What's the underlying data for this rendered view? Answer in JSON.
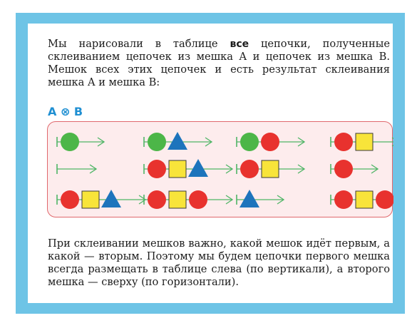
{
  "paragraph_top": {
    "before_bold": "Мы нарисовали в таблице ",
    "bold": "все",
    "after_bold": " цепочки, полученные склеиванием цепочек из мешка A и цепочек из мешка B. Мешок всех этих цепочек и есть результат склеивания мешка A и мешка B:"
  },
  "heading": "A ⊗ B",
  "colors": {
    "frame": "#6ec4e6",
    "heading": "#1f8fd2",
    "panel_border": "#e0686d",
    "panel_fill": "#fdeced",
    "arrow": "#4fb566",
    "green_circle": "#4cb648",
    "red_circle": "#e8322e",
    "yellow_square": "#f8e43a",
    "blue_triangle": "#1d74bc"
  },
  "chains": [
    [
      "green-circle"
    ],
    [
      "green-circle",
      "blue-triangle"
    ],
    [
      "green-circle",
      "red-circle"
    ],
    [
      "red-circle",
      "yellow-square"
    ],
    [],
    [
      "red-circle",
      "yellow-square",
      "blue-triangle"
    ],
    [
      "red-circle",
      "yellow-square"
    ],
    [
      "red-circle"
    ],
    [
      "red-circle",
      "yellow-square",
      "blue-triangle"
    ],
    [
      "red-circle",
      "yellow-square",
      "red-circle"
    ],
    [
      "blue-triangle"
    ],
    [
      "red-circle",
      "yellow-square",
      "red-circle"
    ]
  ],
  "paragraph_bottom": "При склеивании мешков важно, какой мешок идёт первым, а какой — вторым. Поэтому мы будем цепочки первого мешка всегда размещать в таблице слева (по вертикали), а второго мешка — сверху (по горизонтали)."
}
